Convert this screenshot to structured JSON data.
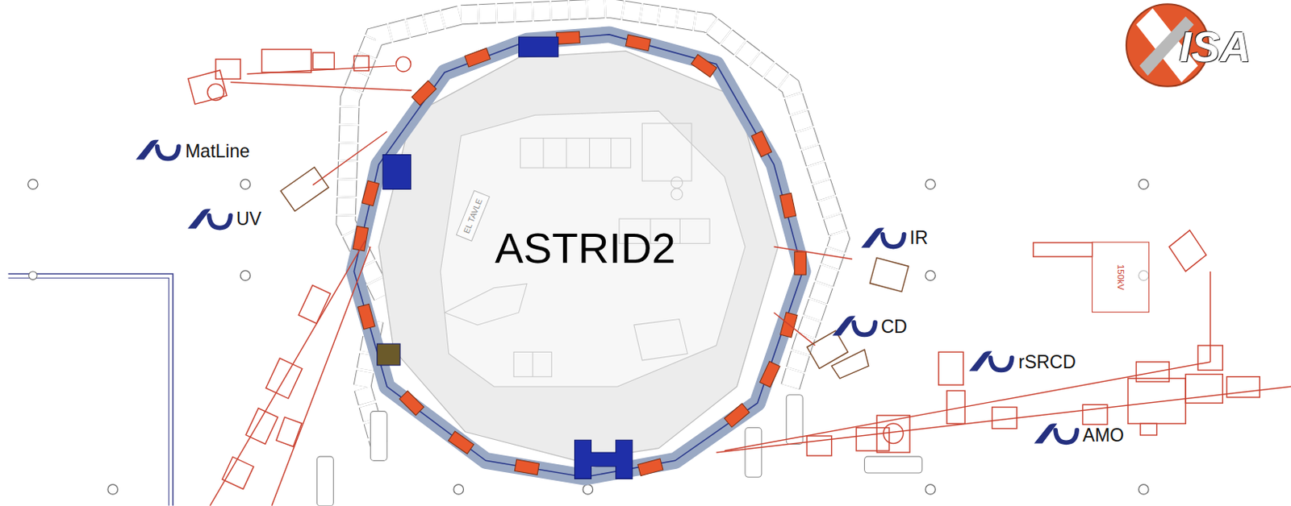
{
  "diagram": {
    "nodes": [
      {
        "text": [
          "EL TAVLE"
        ]
      },
      {
        "text": [
          "150kV"
        ]
      }
    ],
    "labels": [
      "ISA",
      "MatLine",
      "UV",
      "ASTRID2",
      "IR",
      "CD",
      "rSRCD",
      "AMO"
    ]
  }
}
